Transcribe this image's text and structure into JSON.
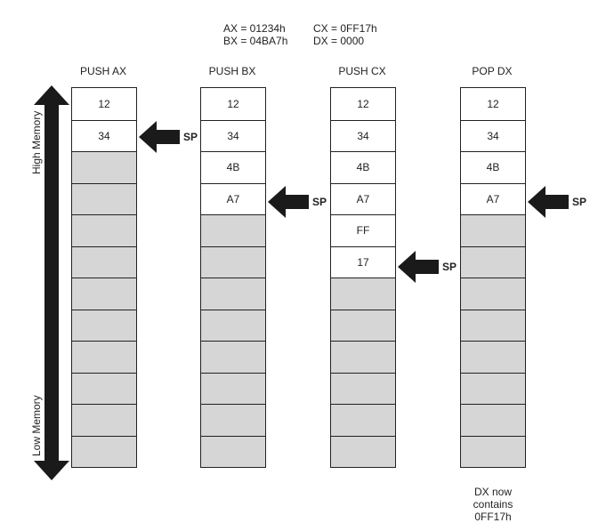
{
  "registers": {
    "left": [
      "AX = 01234h",
      "BX = 04BA7h"
    ],
    "right": [
      "CX = 0FF17h",
      "DX = 0000"
    ]
  },
  "memory_axis": {
    "top_label": "High Memory",
    "bottom_label": "Low Memory"
  },
  "pointer_label": "SP",
  "columns": [
    {
      "title": "PUSH AX",
      "cells": [
        "12",
        "34",
        "",
        "",
        "",
        "",
        "",
        "",
        "",
        "",
        "",
        ""
      ],
      "sp_index": 1
    },
    {
      "title": "PUSH BX",
      "cells": [
        "12",
        "34",
        "4B",
        "A7",
        "",
        "",
        "",
        "",
        "",
        "",
        "",
        ""
      ],
      "sp_index": 3
    },
    {
      "title": "PUSH CX",
      "cells": [
        "12",
        "34",
        "4B",
        "A7",
        "FF",
        "17",
        "",
        "",
        "",
        "",
        "",
        ""
      ],
      "sp_index": 5
    },
    {
      "title": "POP DX",
      "cells": [
        "12",
        "34",
        "4B",
        "A7",
        "",
        "",
        "",
        "",
        "",
        "",
        "",
        ""
      ],
      "sp_index": 3
    }
  ],
  "note": [
    "DX now",
    "contains",
    "0FF17h"
  ],
  "colors": {
    "empty_cell": "#d6d6d6",
    "arrow": "#1a1a1a"
  }
}
